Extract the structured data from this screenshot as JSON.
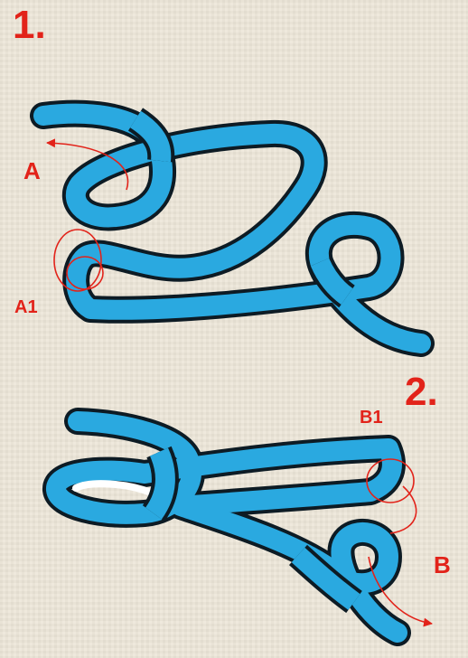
{
  "colors": {
    "background": "#e9e3d6",
    "rope": "#2aa9e0",
    "outline": "#0d1b24",
    "label": "#e2231a"
  },
  "steps": {
    "step1": "1.",
    "step2": "2."
  },
  "points": {
    "a": "A",
    "a1": "A1",
    "b": "B",
    "b1": "B1"
  }
}
